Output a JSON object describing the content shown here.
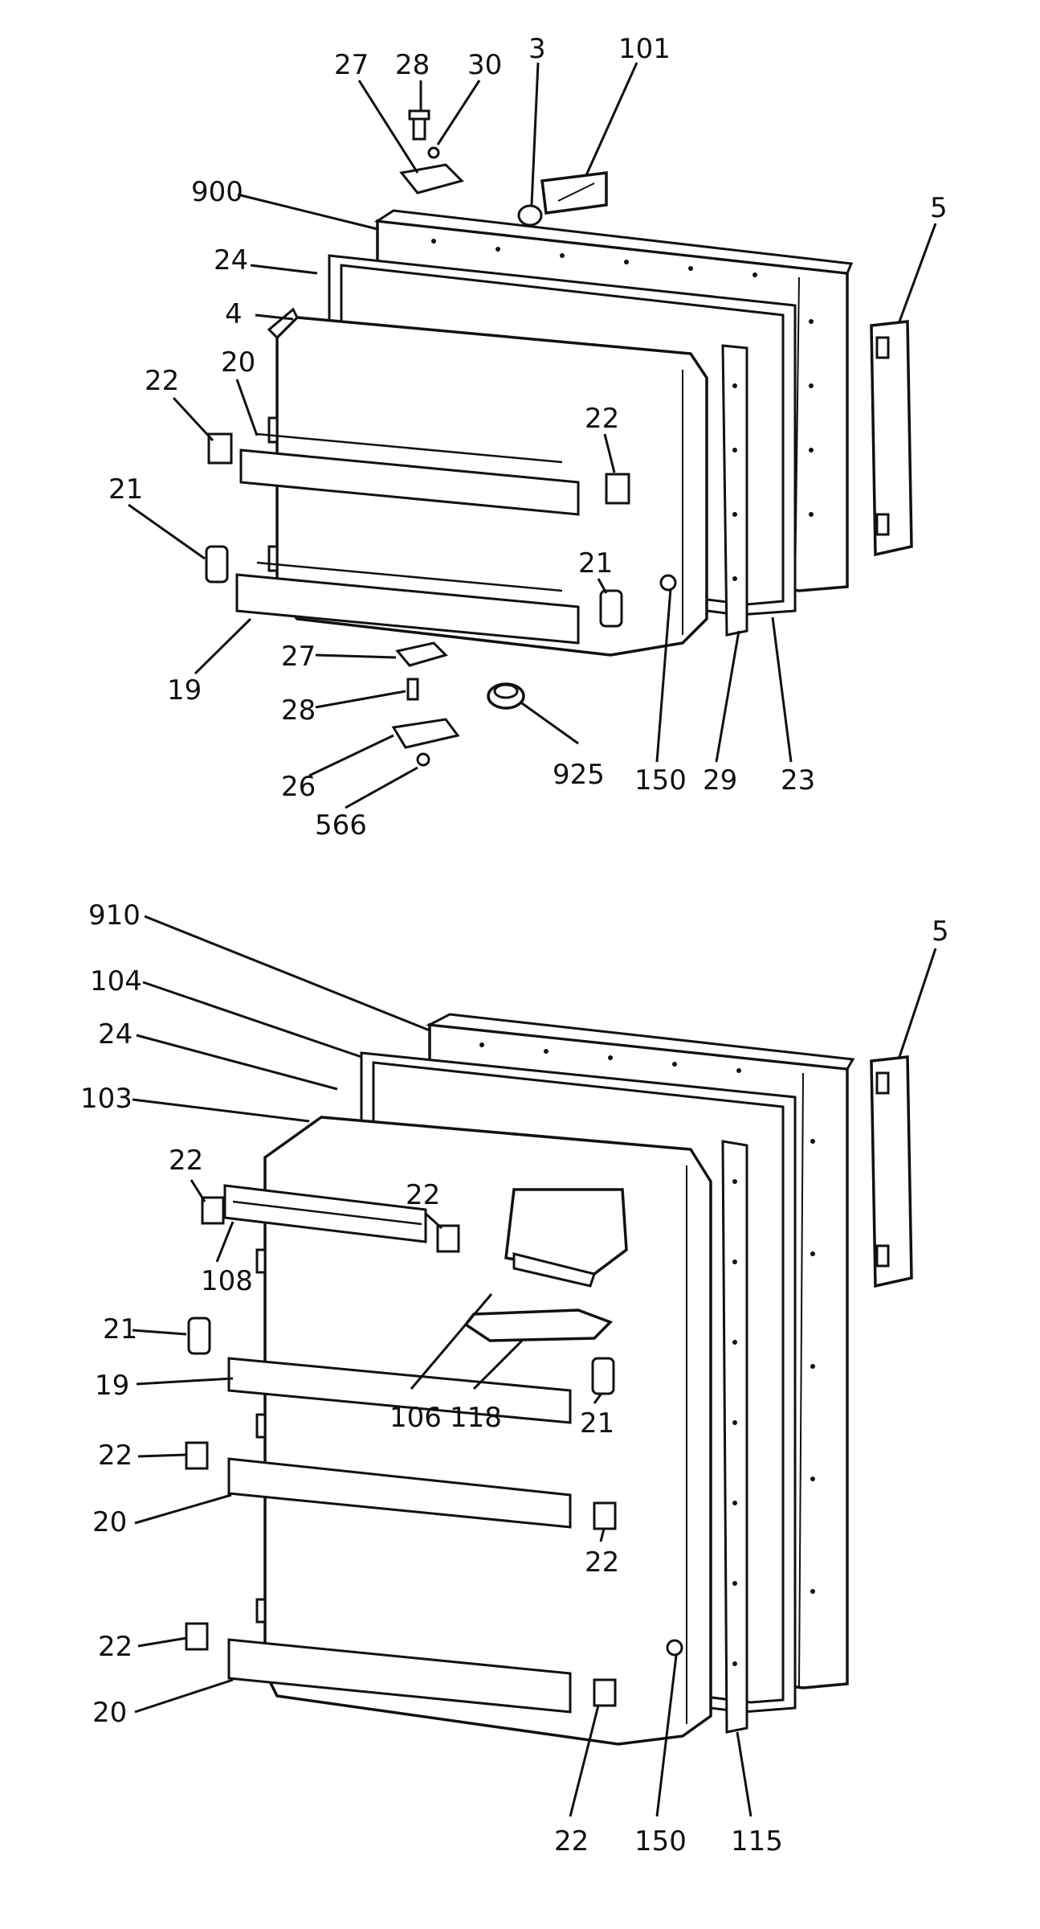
{
  "upper_assembly": {
    "labels": {
      "l27a": "27",
      "l28a": "28",
      "l30": "30",
      "l3": "3",
      "l101": "101",
      "l900": "900",
      "l5a": "5",
      "l24a": "24",
      "l4": "4",
      "l20a": "20",
      "l22a": "22",
      "l22b": "22",
      "l21a": "21",
      "l21b": "21",
      "l19a": "19",
      "l27b": "27",
      "l28b": "28",
      "l26": "26",
      "l566": "566",
      "l925": "925",
      "l150a": "150",
      "l29": "29",
      "l23": "23"
    }
  },
  "lower_assembly": {
    "labels": {
      "l910": "910",
      "l5b": "5",
      "l104": "104",
      "l24b": "24",
      "l103": "103",
      "l22c": "22",
      "l22d": "22",
      "l108": "108",
      "l21c": "21",
      "l19b": "19",
      "l106": "106",
      "l118": "118",
      "l21d": "21",
      "l22e": "22",
      "l20b": "20",
      "l22f": "22",
      "l22g": "22",
      "l20c": "20",
      "l22h": "22",
      "l150b": "150",
      "l115": "115"
    }
  }
}
